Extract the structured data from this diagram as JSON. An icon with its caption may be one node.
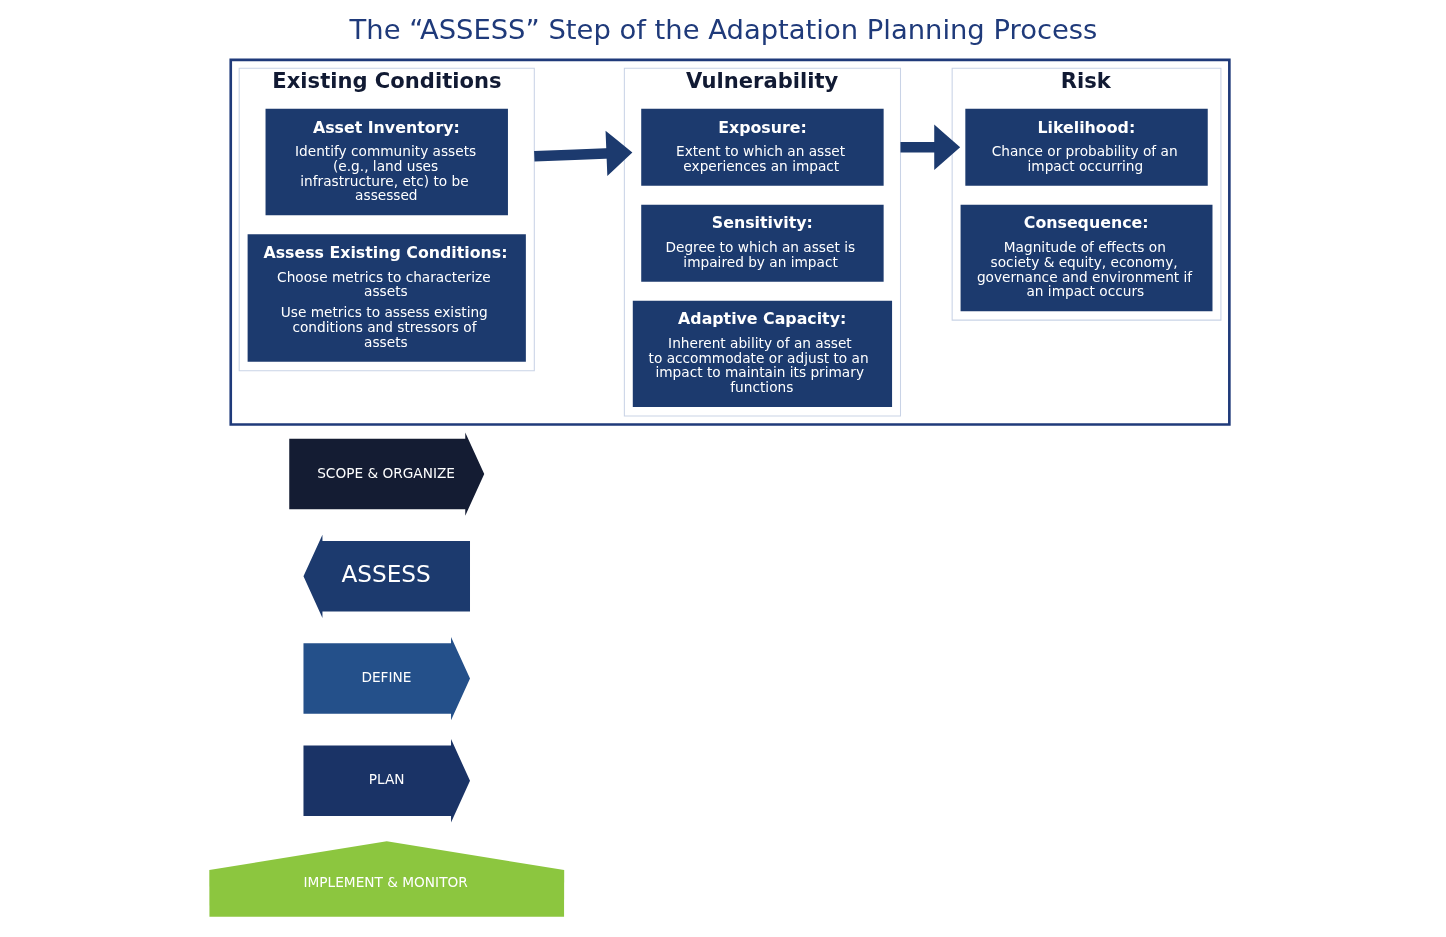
{
  "diagram": {
    "title": "The “ASSESS” Step of the Adaptation Planning Process",
    "nodes": [
      {
        "text": [
          "SCOPE & ORGANIZE"
        ]
      },
      {
        "text": [
          "ASSESS"
        ]
      },
      {
        "text": [
          "DEFINE"
        ]
      },
      {
        "text": [
          "PLAN"
        ]
      },
      {
        "text": [
          "IMPLEMENT & MONITOR"
        ]
      },
      {
        "text": [],
        "shape": "box"
      },
      {
        "text": [
          "Existing Conditions"
        ],
        "in": 5
      },
      {
        "text": [
          "Asset Inventory:",
          "Identify community assets (e.g., land uses infrastructure, etc) to be assessed"
        ],
        "in": 6
      },
      {
        "text": [
          "Assess Existing Conditions:",
          "Choose metrics to characterize assets",
          "Use metrics to assess existing conditions and stressors of assets"
        ],
        "in": 6
      },
      {
        "text": [
          "Vulnerability"
        ],
        "in": 5
      },
      {
        "text": [
          "Exposure:",
          "Extent to which an asset experiences an impact"
        ],
        "in": 9
      },
      {
        "text": [
          "Sensitivity:",
          "Degree to which an asset is impaired by an impact"
        ],
        "in": 9
      },
      {
        "text": [
          "Adaptive Capacity:",
          "Inherent ability of an asset to accommodate or adjust to an impact to maintain its primary functions"
        ],
        "in": 9
      },
      {
        "text": [
          "Risk"
        ],
        "in": 5
      },
      {
        "text": [
          "Likelihood:",
          "Chance or probability of an impact occurring"
        ],
        "in": 13
      },
      {
        "text": [
          "Consequence:",
          "Magnitude of effects on society & equity, economy, governance and environment if an impact occurs"
        ],
        "in": 13
      }
    ],
    "edges": [
      {
        "from": 6,
        "to": 9,
        "arrow": "to"
      },
      {
        "from": 9,
        "to": 13,
        "arrow": "to"
      }
    ]
  }
}
